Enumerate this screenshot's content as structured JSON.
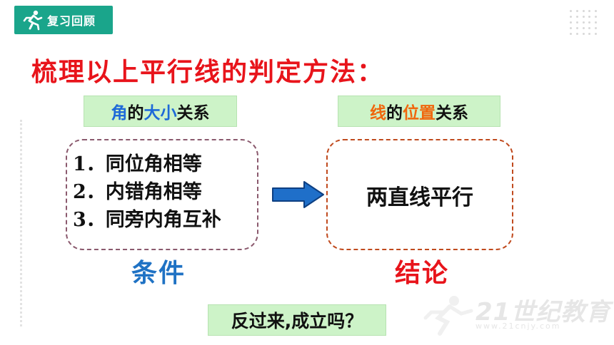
{
  "header": {
    "tag_label": "复习回顾"
  },
  "title": "梳理以上平行线的判定方法：",
  "left_panel": {
    "label_parts": [
      {
        "text": "角",
        "color": "#1e6ad8"
      },
      {
        "text": "的",
        "color": "#111111"
      },
      {
        "text": "大小",
        "color": "#1e6ad8"
      },
      {
        "text": "关系",
        "color": "#111111"
      }
    ],
    "items": [
      {
        "num": "1．",
        "text": "同位角相等"
      },
      {
        "num": "2．",
        "text": "内错角相等"
      },
      {
        "num": "3．",
        "text": "同旁内角互补"
      }
    ],
    "caption": "条件"
  },
  "right_panel": {
    "label_parts": [
      {
        "text": "线",
        "color": "#f0670d"
      },
      {
        "text": "的",
        "color": "#111111"
      },
      {
        "text": "位置",
        "color": "#f0670d"
      },
      {
        "text": "关系",
        "color": "#111111"
      }
    ],
    "conclusion": "两直线平行",
    "caption": "结论"
  },
  "question": "反过来,成立吗？",
  "watermark": {
    "brand": "21世纪教育",
    "url": "www.21cnjy.com"
  },
  "colors": {
    "tag_bg": "#1aa58b",
    "title": "#e8141b",
    "label_bg": "#cdf3c8",
    "arrow": "#1f6fc9",
    "condition_caption": "#1f72c4",
    "conclusion_caption": "#e8141b"
  },
  "icons": {
    "tag_icon": "running-figure-icon",
    "arrow_icon": "right-arrow-icon"
  }
}
